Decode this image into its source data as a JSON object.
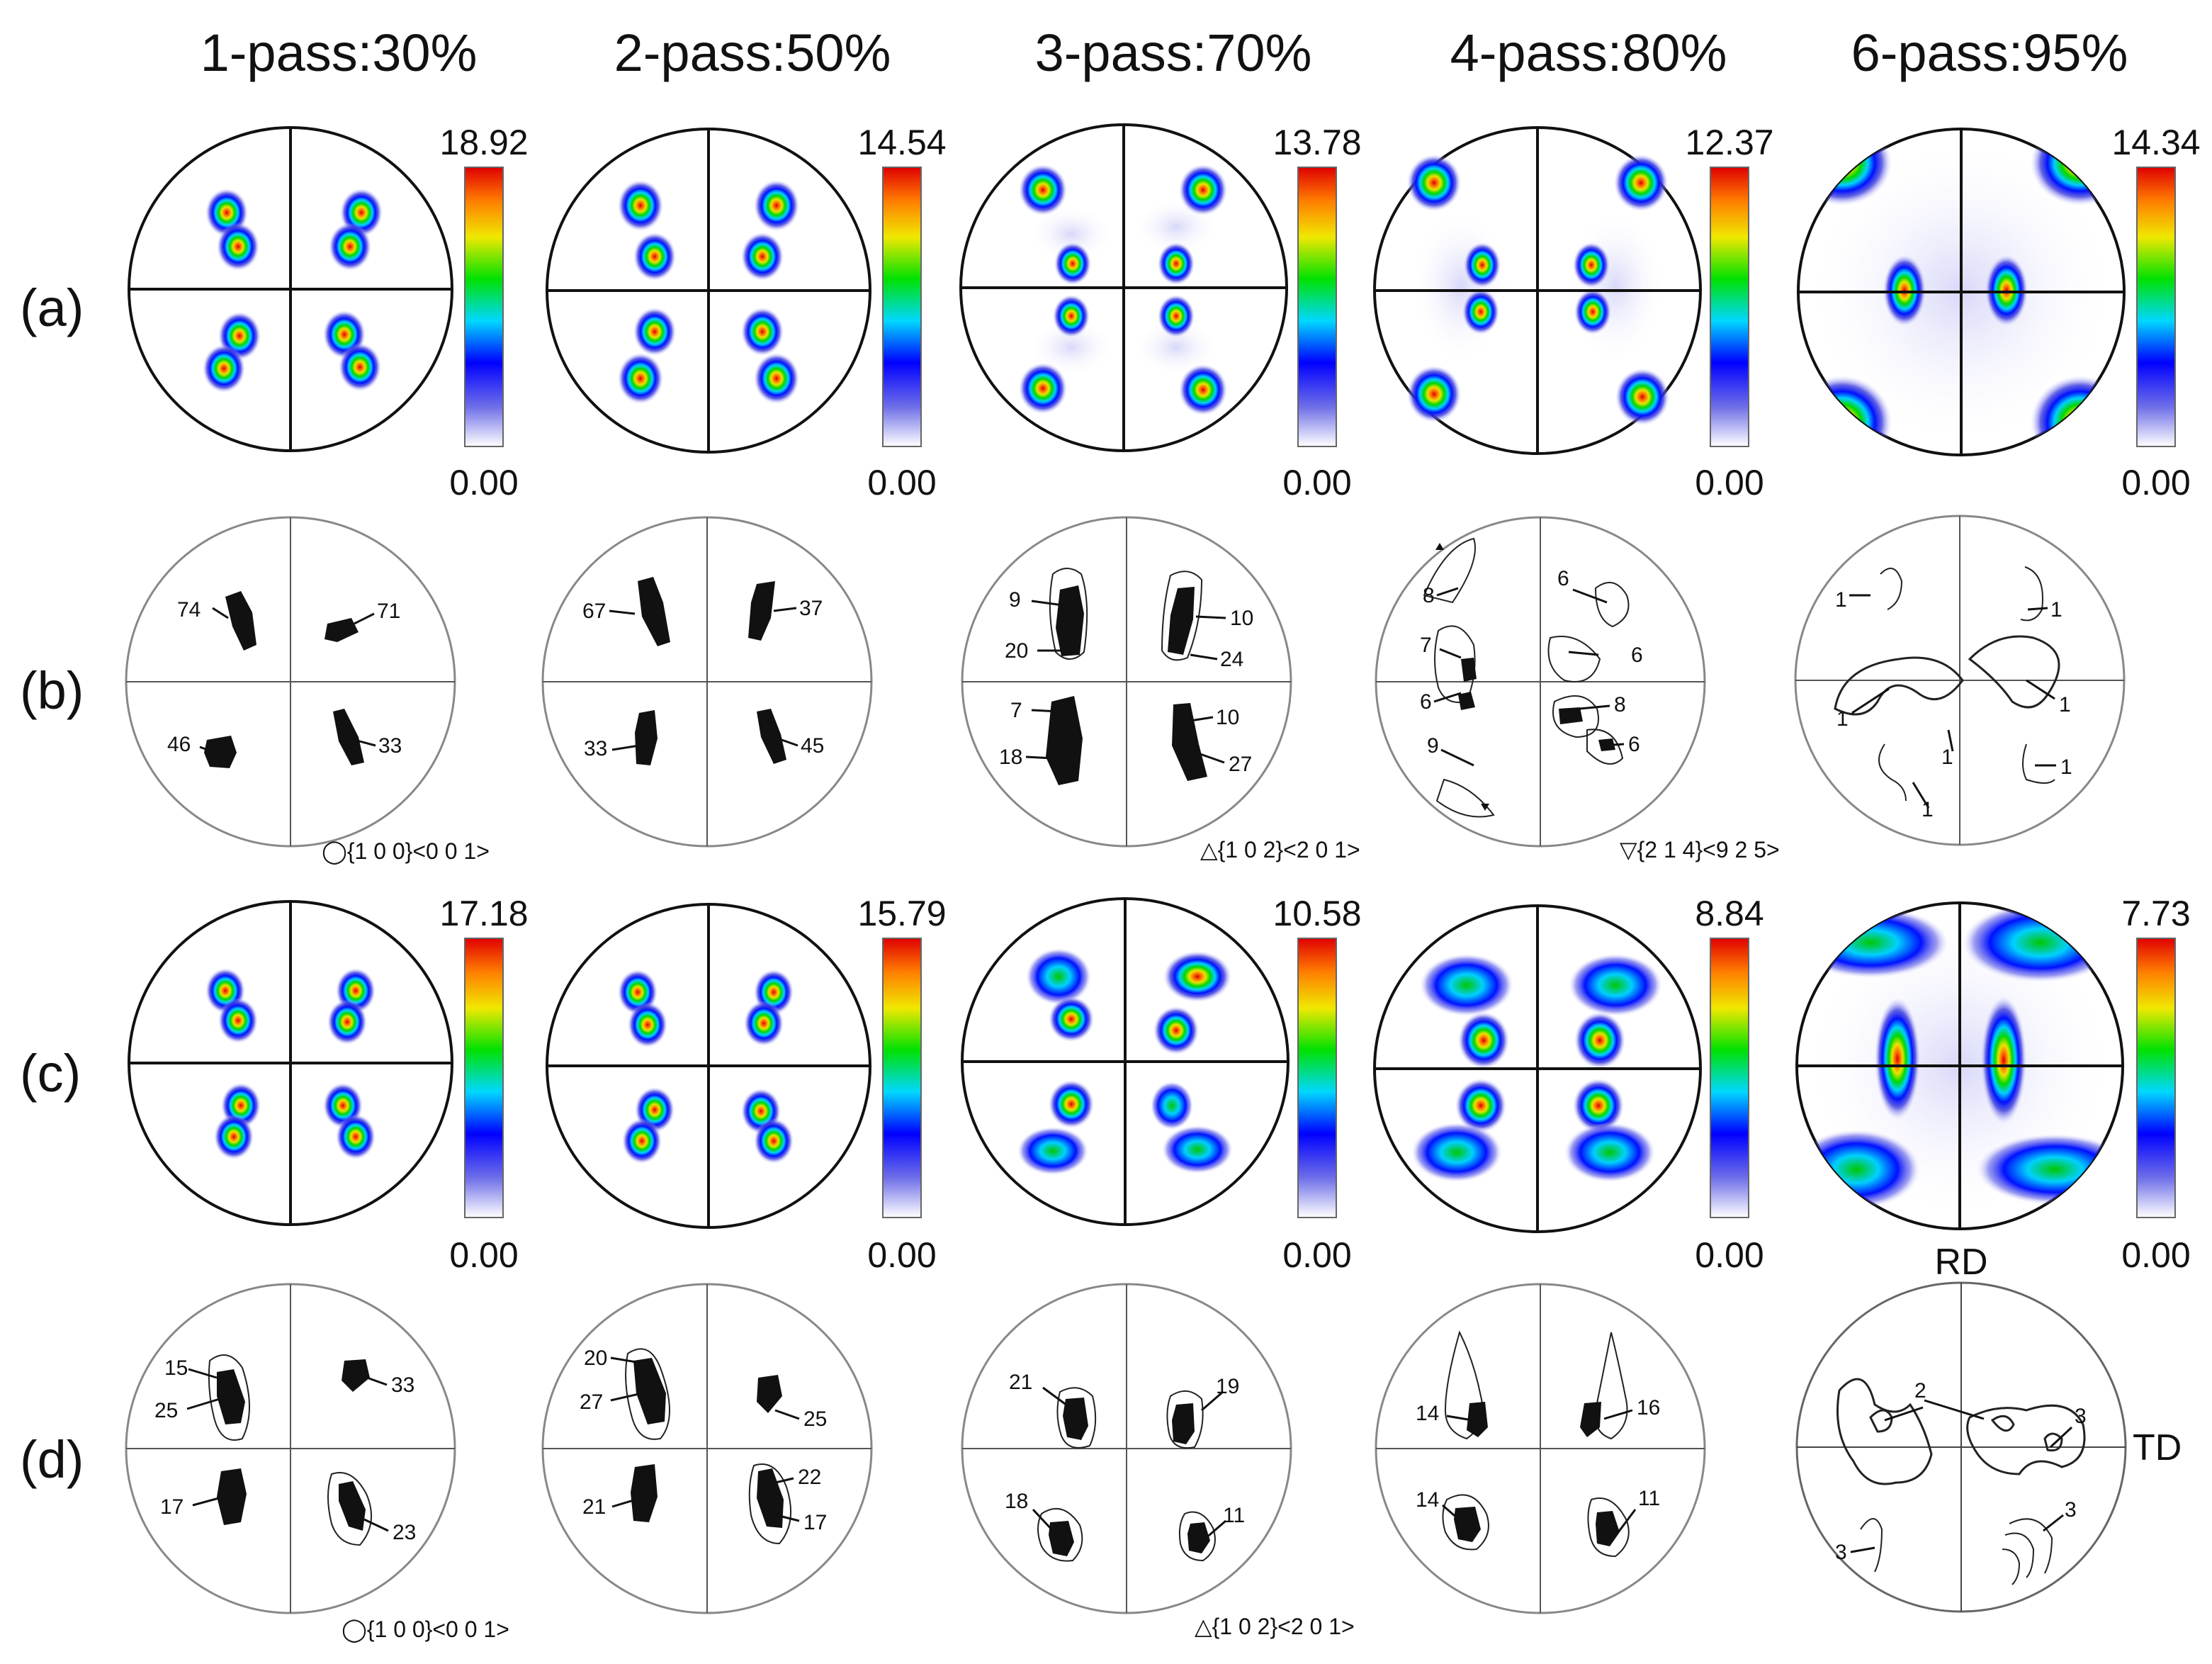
{
  "columns": [
    "1-pass:30%",
    "2-pass:50%",
    "3-pass:70%",
    "4-pass:80%",
    "6-pass:95%"
  ],
  "row_labels": [
    "(a)",
    "(b)",
    "(c)",
    "(d)"
  ],
  "colors": {
    "scale": [
      "#ffffff",
      "#4a3bd6",
      "#0000ff",
      "#00d8ff",
      "#00e100",
      "#f4e300",
      "#ff7d00",
      "#e30000"
    ],
    "stroke": "#111111"
  },
  "row_a": {
    "max_values": [
      "18.92",
      "14.54",
      "13.78",
      "12.37",
      "14.34"
    ],
    "min_values": [
      "0.00",
      "0.00",
      "0.00",
      "0.00",
      "0.00"
    ]
  },
  "row_b": {
    "panels": [
      [
        "74",
        "71",
        "46",
        "33"
      ],
      [
        "67",
        "37",
        "33",
        "45"
      ],
      [
        "9",
        "10",
        "20",
        "24",
        "7",
        "10",
        "18",
        "27"
      ],
      [
        "8",
        "6",
        "7",
        "6",
        "6",
        "8",
        "9",
        "6"
      ],
      [
        "1",
        "1",
        "1",
        "1",
        "1",
        "1",
        "1"
      ]
    ],
    "legend": [
      "◯{1 0 0}<0 0 1>",
      "△{1 0 2}<2 0 1>",
      "▽{2 1 4}<9 2 5>"
    ]
  },
  "row_c": {
    "max_values": [
      "17.18",
      "15.79",
      "10.58",
      "8.84",
      "7.73"
    ],
    "min_values": [
      "0.00",
      "0.00",
      "0.00",
      "0.00",
      "0.00"
    ]
  },
  "row_d": {
    "panels": [
      [
        "15",
        "25",
        "33",
        "17",
        "23"
      ],
      [
        "20",
        "27",
        "25",
        "21",
        "22",
        "17"
      ],
      [
        "21",
        "19",
        "18",
        "11"
      ],
      [
        "14",
        "16",
        "14",
        "11"
      ],
      [
        "2",
        "3",
        "3",
        "3"
      ]
    ],
    "legend": [
      "◯{1 0 0}<0 0 1>",
      "△{1 0 2}<2 0 1>"
    ],
    "axis_labels": {
      "rd": "RD",
      "td": "TD"
    }
  }
}
